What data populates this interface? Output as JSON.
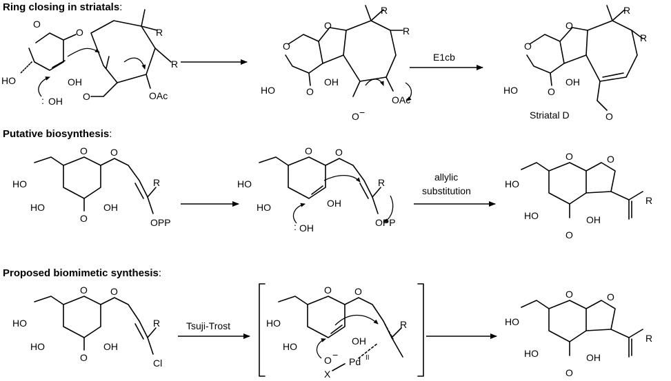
{
  "sections": [
    {
      "title_bold": "Ring closing in striatals",
      "title_suffix": ":"
    },
    {
      "title_bold": "Putative biosynthesis",
      "title_suffix": ":"
    },
    {
      "title_bold": "Proposed biomimetic synthesis",
      "title_suffix": ":"
    }
  ],
  "row1": {
    "sm": {
      "ho": "HO",
      "oh": "OH",
      "oh_lone": "OH",
      "lone_pair": ":",
      "r_top": "R",
      "r_side": "R",
      "oac": "OAc",
      "o_ring": "O",
      "o_link": "O",
      "o_ald": "O"
    },
    "mid": {
      "ho": "HO",
      "o_ketone": "O",
      "oh": "OH",
      "r_top": "R",
      "r_side": "R",
      "o_minus": "O",
      "oac": "OAc",
      "o_ring": "O",
      "o_ring2": "O",
      "charge": "−"
    },
    "arrow_label": "E1cb",
    "prod": {
      "ho": "HO",
      "o_ketone": "O",
      "oh": "OH",
      "r_top": "R",
      "r_side": "R",
      "o_ald": "O",
      "o_ring": "O",
      "o_ring2": "O",
      "name": "Striatal D"
    }
  },
  "row2": {
    "sm": {
      "ho_top": "HO",
      "ho": "HO",
      "o_ketone": "O",
      "oh": "OH",
      "r": "R",
      "opp": "OPP",
      "o_ring": "O",
      "o_link": "O"
    },
    "mid": {
      "ho_top": "HO",
      "ho": "HO",
      "oh": "OH",
      "oh_lone": "OH",
      "lone_pair": ":",
      "r": "R",
      "opp": "OPP",
      "o_ring": "O",
      "o_link": "O"
    },
    "arrow_label_1": "allylic",
    "arrow_label_2": "substitution",
    "prod": {
      "ho_top": "HO",
      "ho": "HO",
      "o_ketone": "O",
      "oh": "OH",
      "r": "R",
      "o_ring": "O",
      "o_ring2": "O"
    }
  },
  "row3": {
    "sm": {
      "ho_top": "HO",
      "ho": "HO",
      "o_ketone": "O",
      "oh": "OH",
      "r": "R",
      "cl": "Cl",
      "o_ring": "O",
      "o_link": "O"
    },
    "arrow_label": "Tsuji-Trost",
    "mid": {
      "ho_top": "HO",
      "ho": "HO",
      "o_minus": "O",
      "charge": "−",
      "oh": "OH",
      "r": "R",
      "pd": "Pd",
      "pd_ox": "II",
      "x": "X",
      "o_ring": "O",
      "o_link": "O"
    },
    "prod": {
      "ho_top": "HO",
      "ho": "HO",
      "o_ketone": "O",
      "oh": "OH",
      "r": "R",
      "o_ring": "O",
      "o_ring2": "O"
    }
  }
}
